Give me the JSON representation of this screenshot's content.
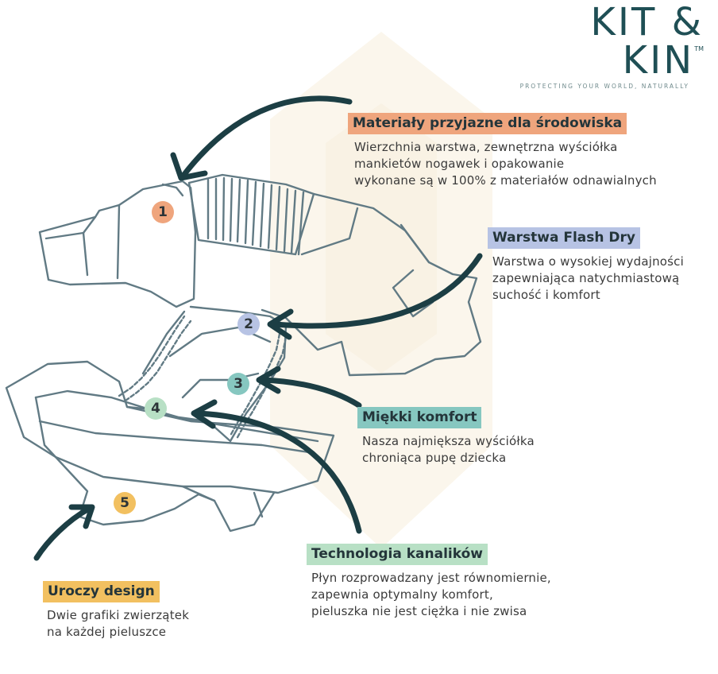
{
  "brand": {
    "name": "KIT & KIN",
    "trademark": "TM",
    "tagline": "PROTECTING YOUR WORLD, NATURALLY",
    "color": "#1f4f55"
  },
  "colors": {
    "outline": "#617a84",
    "arrow": "#1c3e44",
    "watermark": "#fbf6ec"
  },
  "callouts": [
    {
      "number": "1",
      "title": "Materiały przyjazne dla środowiska",
      "description": "Wierzchnia warstwa, zewnętrzna wyściółka\nmankietów nogawek i opakowanie\nwykonane są w 100% z materiałów odnawialnych",
      "color": "#efa57d",
      "icon": "arrow-to-part-1"
    },
    {
      "number": "2",
      "title": "Warstwa Flash Dry",
      "description": "Warstwa o wysokiej wydajności\nzapewniająca natychmiastową\nsuchość i komfort",
      "color": "#b7c3e4",
      "icon": "arrow-to-part-2"
    },
    {
      "number": "3",
      "title": "Miękki komfort",
      "description": "Nasza najmiększa wyściółka\nchroniąca pupę dziecka",
      "color": "#86c7c0",
      "icon": "arrow-to-part-3"
    },
    {
      "number": "4",
      "title": "Technologia kanalików",
      "description": "Płyn rozprowadzany jest równomiernie,\nzapewnia optymalny komfort,\npieluszka nie jest ciężka i nie zwisa",
      "color": "#b8e0c5",
      "icon": "arrow-to-part-4"
    },
    {
      "number": "5",
      "title": "Uroczy design",
      "description": "Dwie grafiki zwierzątek\nna każdej pieluszce",
      "color": "#f2c060",
      "icon": "arrow-to-part-5"
    }
  ]
}
